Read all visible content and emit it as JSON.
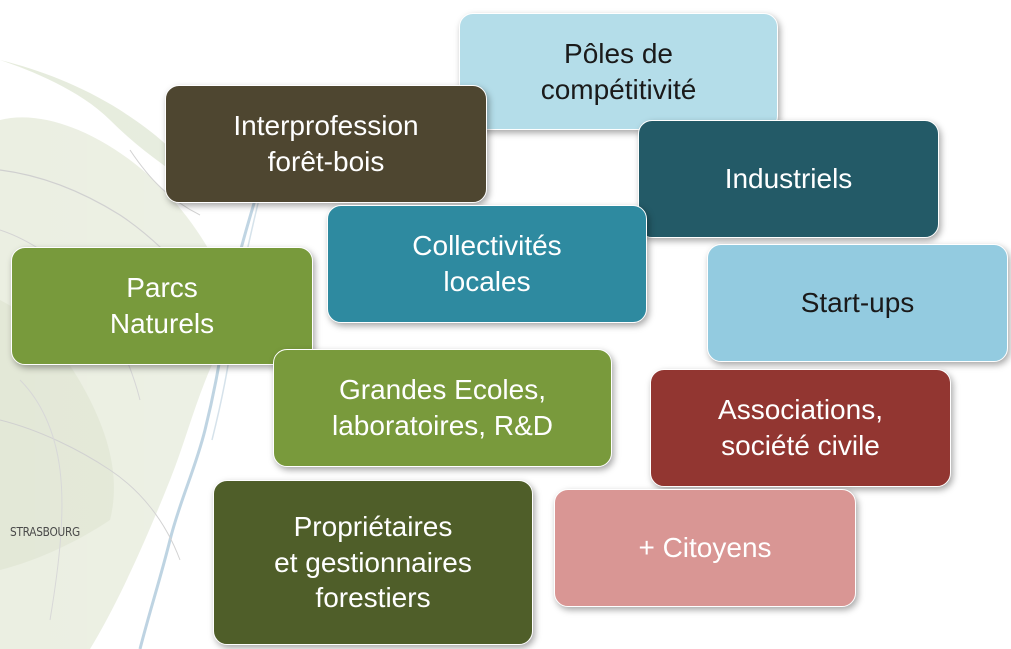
{
  "background": {
    "map_city_label": "STRASBOURG"
  },
  "boxes": [
    {
      "id": "b-poles",
      "name": "box-poles-competitivite",
      "label": "Pôles de\ncompétitivité",
      "color": "#b4dde9",
      "text_color": "#1a1a1a"
    },
    {
      "id": "b-interpro",
      "name": "box-interprofession-foret-bois",
      "label": "Interprofession\nforêt-bois",
      "color": "#4e4630",
      "text_color": "#ffffff"
    },
    {
      "id": "b-industriels",
      "name": "box-industriels",
      "label": "Industriels",
      "color": "#235a67",
      "text_color": "#ffffff"
    },
    {
      "id": "b-collect",
      "name": "box-collectivites-locales",
      "label": "Collectivités\nlocales",
      "color": "#2e8aa0",
      "text_color": "#ffffff"
    },
    {
      "id": "b-parcs",
      "name": "box-parcs-naturels",
      "label": "Parcs\nNaturels",
      "color": "#789a3c",
      "text_color": "#ffffff"
    },
    {
      "id": "b-startups",
      "name": "box-start-ups",
      "label": "Start-ups",
      "color": "#93cbe0",
      "text_color": "#1a1a1a"
    },
    {
      "id": "b-grandes",
      "name": "box-grandes-ecoles",
      "label": "Grandes Ecoles,\nlaboratoires, R&D",
      "color": "#799a3c",
      "text_color": "#ffffff"
    },
    {
      "id": "b-assoc",
      "name": "box-associations",
      "label": "Associations,\nsociété civile",
      "color": "#923631",
      "text_color": "#ffffff"
    },
    {
      "id": "b-proprio",
      "name": "box-proprietaires",
      "label": "Propriétaires\net gestionnaires\nforestiers",
      "color": "#4f5e29",
      "text_color": "#ffffff"
    },
    {
      "id": "b-citoyens",
      "name": "box-citoyens",
      "label": "+ Citoyens",
      "color": "#d99694",
      "text_color": "#ffffff"
    }
  ]
}
